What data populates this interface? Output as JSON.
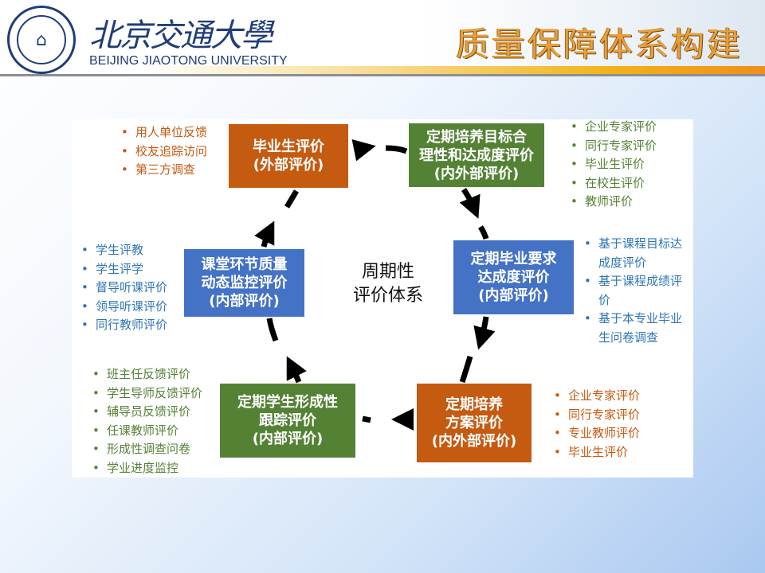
{
  "header": {
    "university_cn": "北京交通大學",
    "university_en": "BEIJING JIAOTONG UNIVERSITY",
    "slide_title": "质量保障体系构建"
  },
  "center_label": [
    "周期性",
    "评价体系"
  ],
  "boxes": {
    "graduate": [
      "毕业生评价",
      "(外部评价)"
    ],
    "objective": [
      "定期培养目标合",
      "理性和达成度评价",
      "(内外部评价)"
    ],
    "requirement": [
      "定期毕业要求",
      "达成度评价",
      "(内部评价)"
    ],
    "program": [
      "定期培养",
      "方案评价",
      "(内外部评价)"
    ],
    "formative": [
      "定期学生形成性",
      "跟踪评价",
      "(内部评价)"
    ],
    "classroom": [
      "课堂环节质量",
      "动态监控评价",
      "(内部评价)"
    ]
  },
  "lists": {
    "graduate": [
      "用人单位反馈",
      "校友追踪访问",
      "第三方调查"
    ],
    "objective": [
      "企业专家评价",
      "同行专家评价",
      "毕业生评价",
      "在校生评价",
      "教师评价"
    ],
    "requirement": [
      "基于课程目标达成度评价",
      "基于课程成绩评价",
      "基于本专业毕业生问卷调查"
    ],
    "program": [
      "企业专家评价",
      "同行专家评价",
      "专业教师评价",
      "毕业生评价"
    ],
    "formative": [
      "班主任反馈评价",
      "学生导师反馈评价",
      "辅导员反馈评价",
      "任课教师评价",
      "形成性调查问卷",
      "学业进度监控"
    ],
    "classroom": [
      "学生评教",
      "学生评学",
      "督导听课评价",
      "领导听课评价",
      "同行教师评价"
    ]
  },
  "colors": {
    "orange": "#c55a11",
    "green": "#548235",
    "blue": "#4472c4"
  }
}
